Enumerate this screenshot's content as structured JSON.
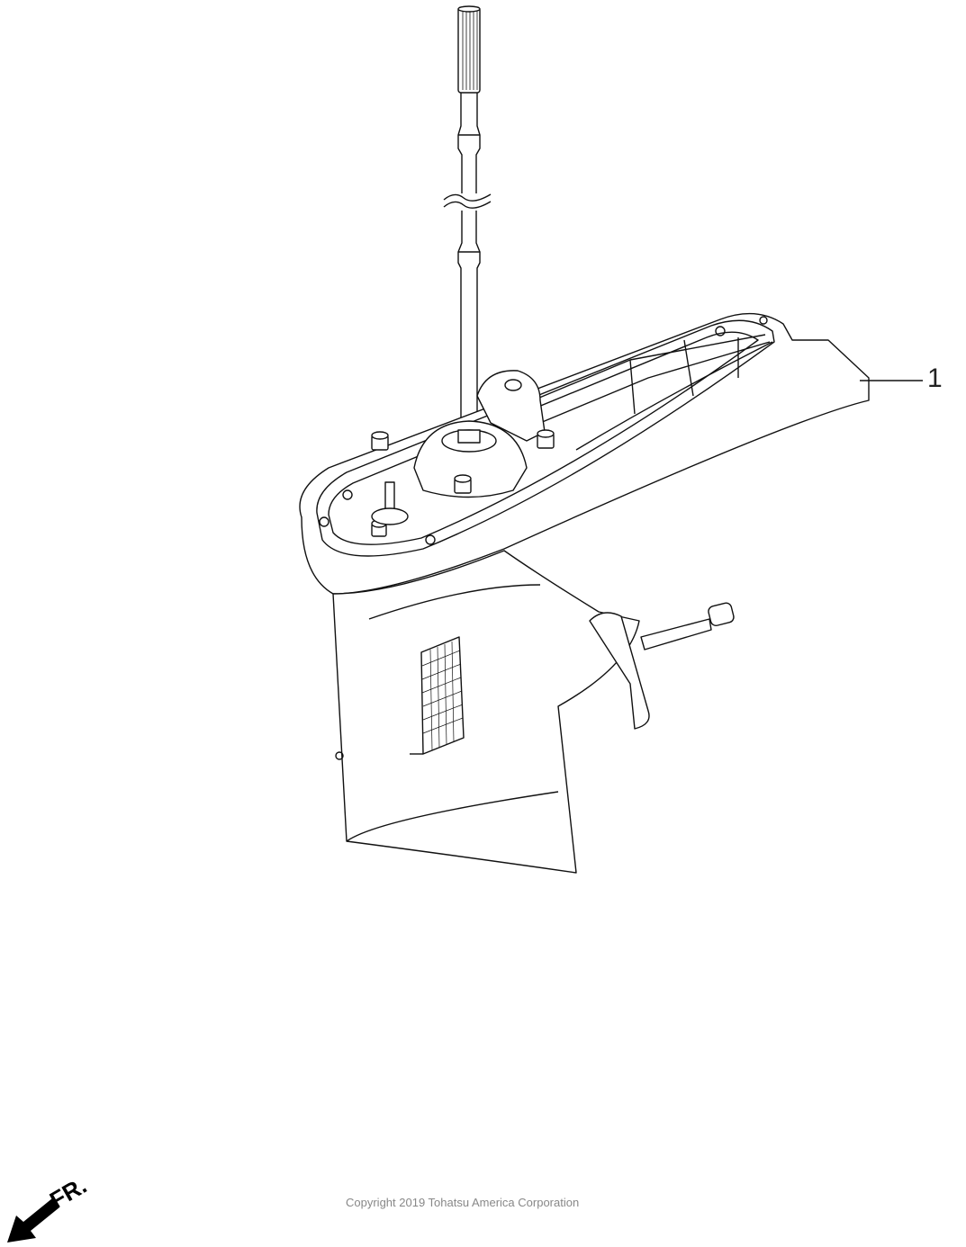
{
  "diagram": {
    "parts": [
      {
        "callout": "1"
      }
    ],
    "direction_indicator": "FR.",
    "copyright": "Copyright 2019 Tohatsu America Corporation",
    "line_color": "#111111",
    "background": "#ffffff"
  }
}
